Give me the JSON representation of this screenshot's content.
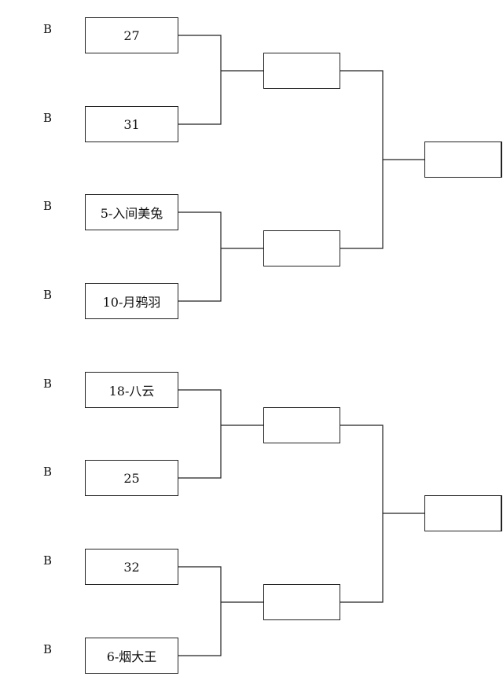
{
  "brackets": [
    {
      "entries": [
        {
          "seed": "B",
          "name": "27"
        },
        {
          "seed": "B",
          "name": "31"
        },
        {
          "seed": "B",
          "name": "5-入间美兔"
        },
        {
          "seed": "B",
          "name": "10-月鸦羽"
        }
      ],
      "round2": [
        "",
        ""
      ],
      "final": ""
    },
    {
      "entries": [
        {
          "seed": "B",
          "name": "18-八云"
        },
        {
          "seed": "B",
          "name": "25"
        },
        {
          "seed": "B",
          "name": "32"
        },
        {
          "seed": "B",
          "name": "6-烟大王"
        }
      ],
      "round2": [
        "",
        ""
      ],
      "final": ""
    }
  ]
}
